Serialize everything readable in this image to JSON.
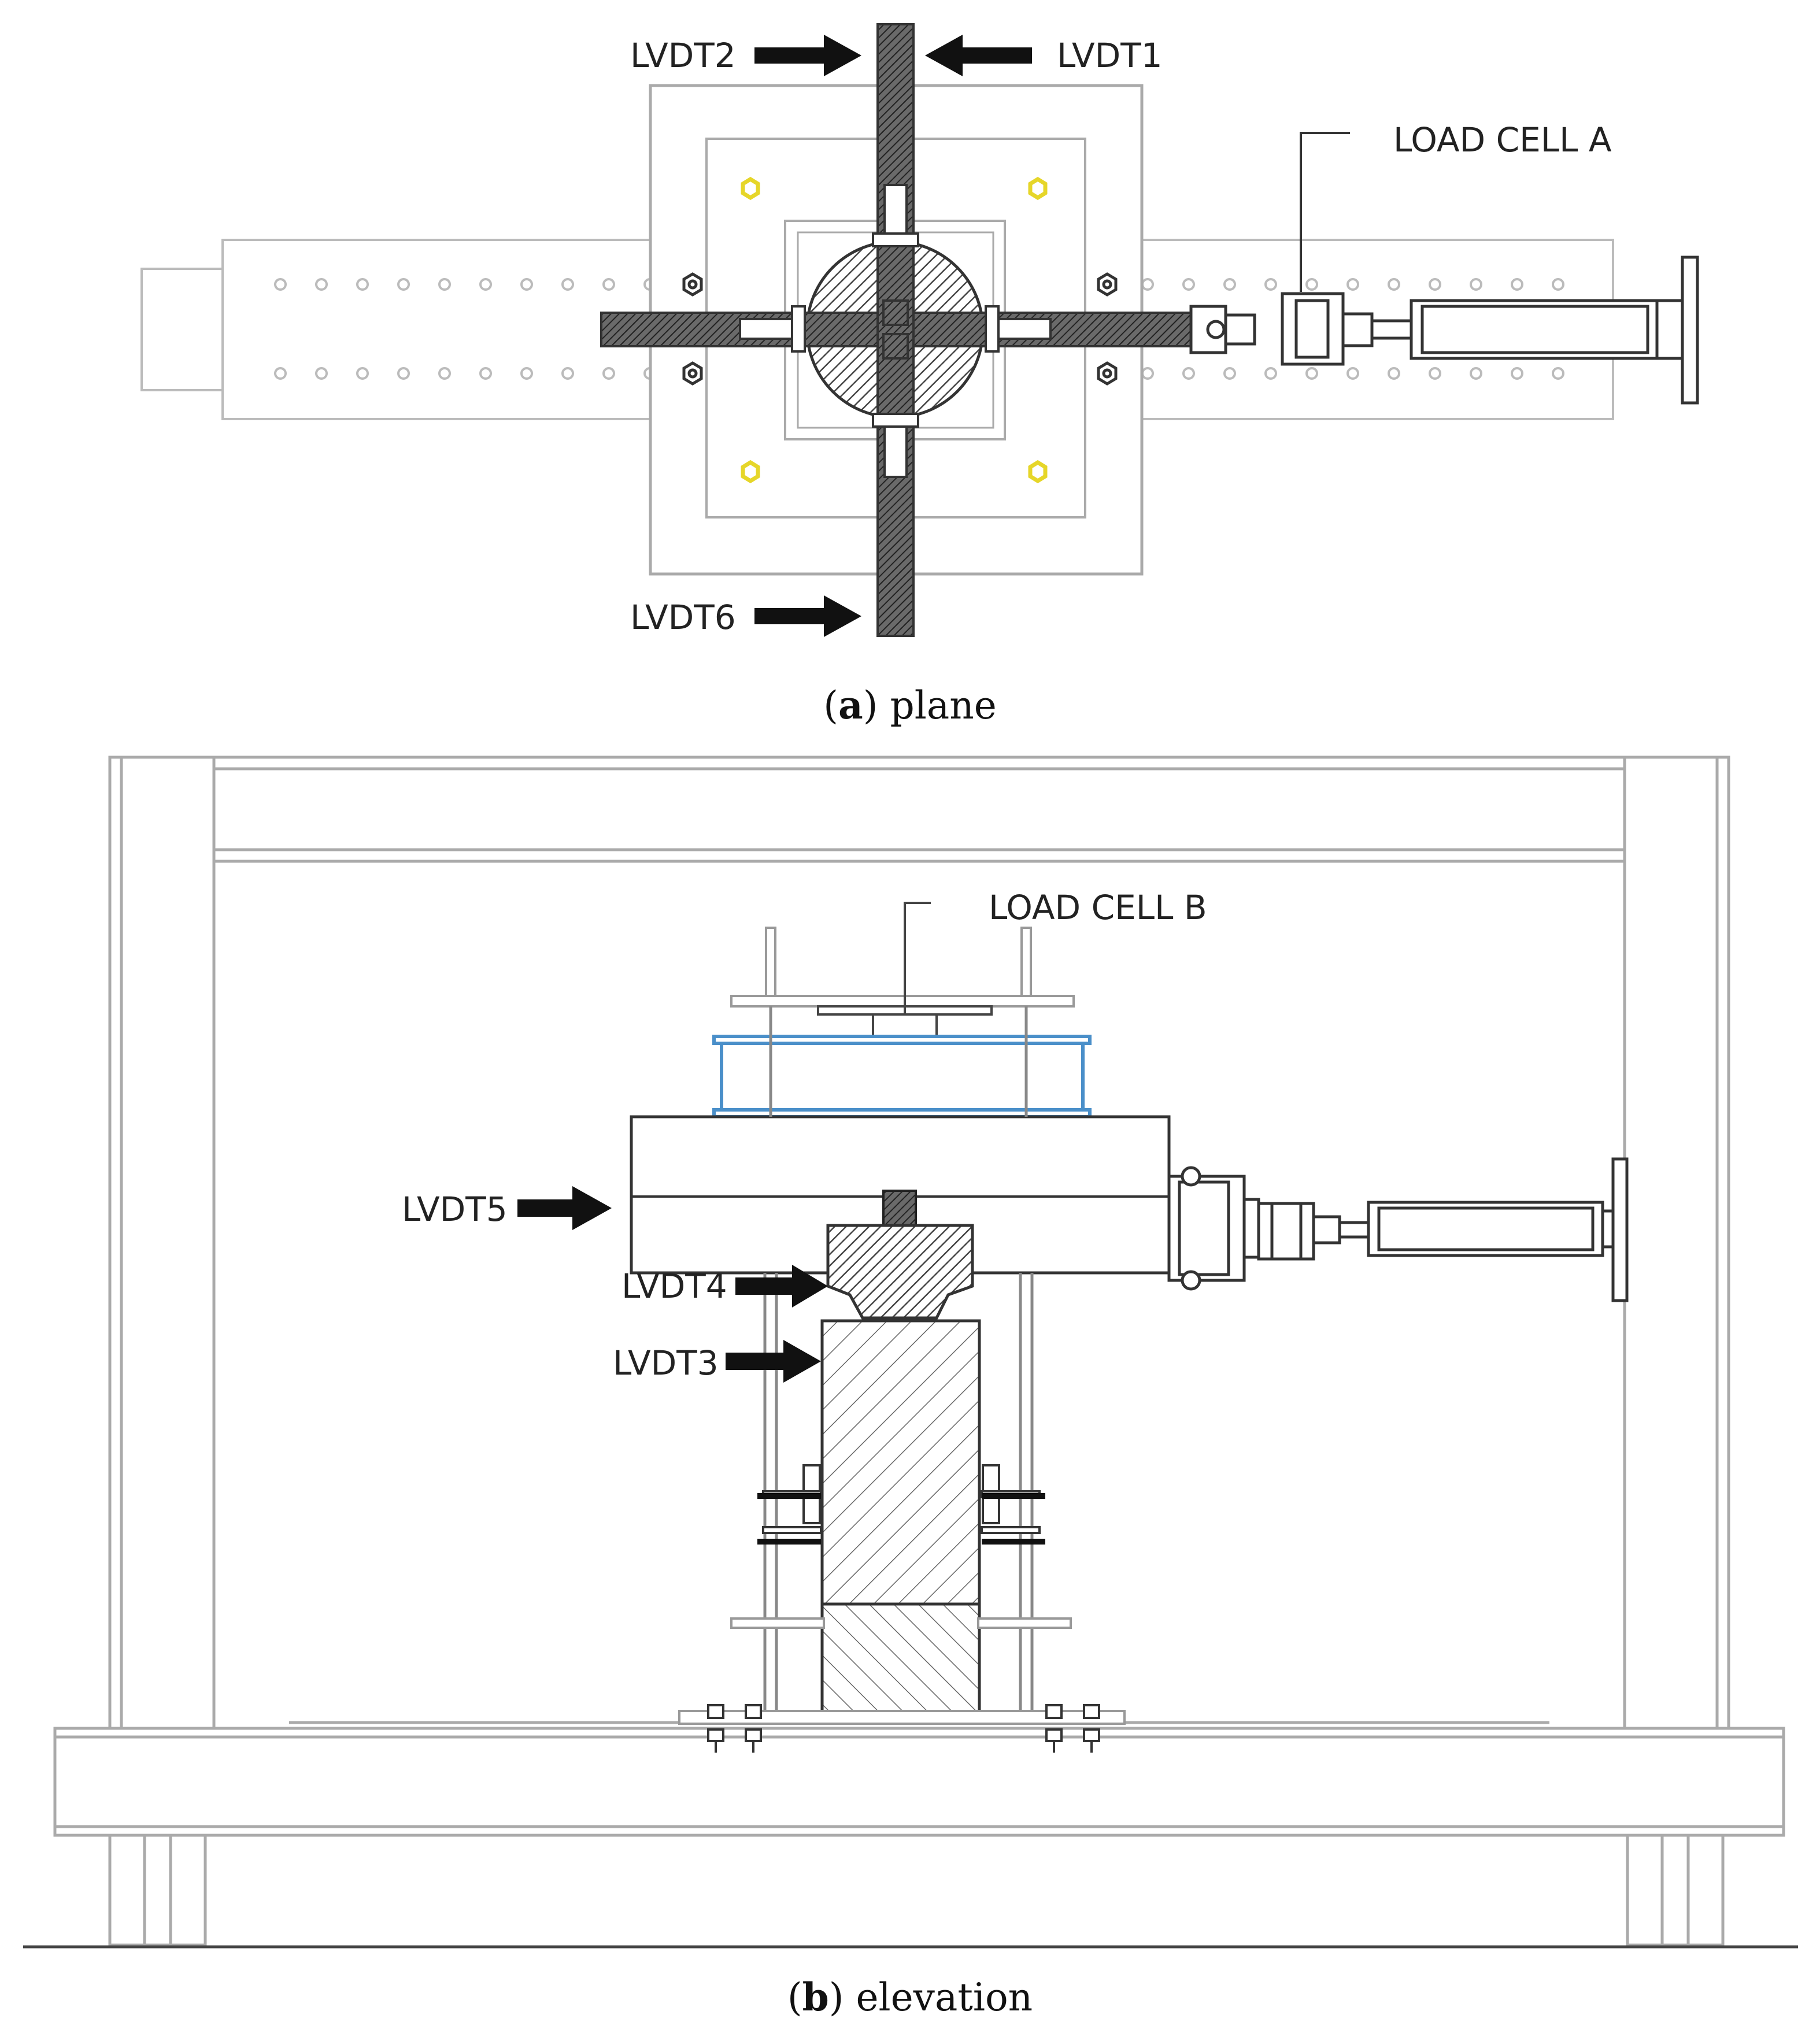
{
  "plane_view": {
    "labels": {
      "lvdt1": "LVDT1",
      "lvdt2": "LVDT2",
      "lvdt6": "LVDT6",
      "load_cell_a": "LOAD CELL A"
    },
    "caption": {
      "letter": "a",
      "text": "plane"
    }
  },
  "elevation_view": {
    "labels": {
      "lvdt3": "LVDT3",
      "lvdt4": "LVDT4",
      "lvdt5": "LVDT5",
      "load_cell_b": "LOAD CELL B"
    },
    "caption": {
      "letter": "b",
      "text": "elevation"
    }
  },
  "colors": {
    "line": "#aaaaaa",
    "dark_line": "#333333",
    "hatch_fill": "#555555",
    "arrow": "#111111",
    "blue_frame": "#4a8fc9",
    "yellow_nut": "#e6d629"
  }
}
